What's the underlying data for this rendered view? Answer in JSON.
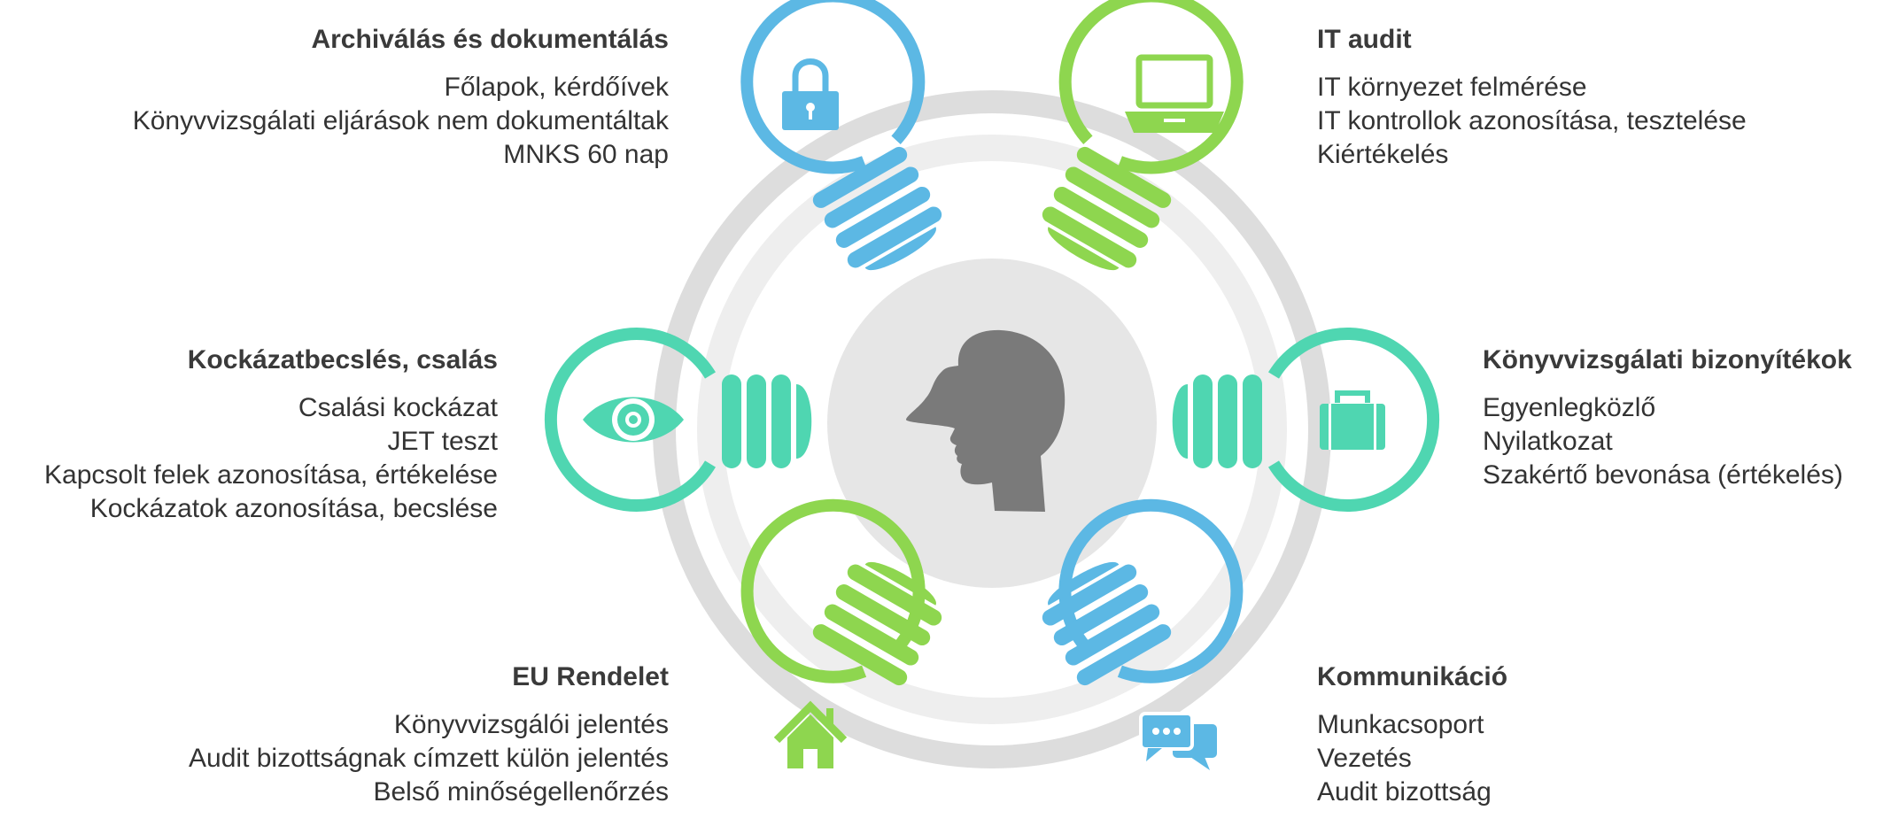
{
  "center": {
    "icon": "head-silhouette-icon"
  },
  "colors": {
    "blue": "#5cb8e4",
    "green": "#8ed64f",
    "teal": "#4fd6b1",
    "ring_outer": "#dddddd",
    "ring_inner": "#eeeeee",
    "core": "#e6e6e6",
    "head": "#7a7a7a"
  },
  "groups": {
    "archiving": {
      "title": "Archiválás és dokumentálás",
      "icon": "padlock-icon",
      "color": "blue",
      "items": [
        "Főlapok, kérdőívek",
        "Könyvvizsgálati eljárások nem dokumentáltak",
        "MNKS 60 nap"
      ]
    },
    "it_audit": {
      "title": "IT audit",
      "icon": "laptop-icon",
      "color": "green",
      "items": [
        "IT környezet felmérése",
        "IT kontrollok azonosítása, tesztelése",
        "Kiértékelés"
      ]
    },
    "risk": {
      "title": "Kockázatbecslés, csalás",
      "icon": "eye-icon",
      "color": "teal",
      "items": [
        "Csalási kockázat",
        "JET teszt",
        "Kapcsolt felek azonosítása, értékelése",
        "Kockázatok azonosítása, becslése"
      ]
    },
    "evidence": {
      "title": "Könyvvizsgálati bizonyítékok",
      "icon": "briefcase-icon",
      "color": "teal",
      "items": [
        "Egyenlegközlő",
        "Nyilatkozat",
        "Szakértő bevonása (értékelés)"
      ]
    },
    "eu": {
      "title": "EU Rendelet",
      "icon": "house-icon",
      "color": "green",
      "items": [
        "Könyvvizsgálói jelentés",
        "Audit bizottságnak címzett külön jelentés",
        "Belső minőségellenőrzés"
      ]
    },
    "communication": {
      "title": "Kommunikáció",
      "icon": "speech-bubbles-icon",
      "color": "blue",
      "items": [
        "Munkacsoport",
        "Vezetés",
        "Audit bizottság"
      ]
    }
  }
}
